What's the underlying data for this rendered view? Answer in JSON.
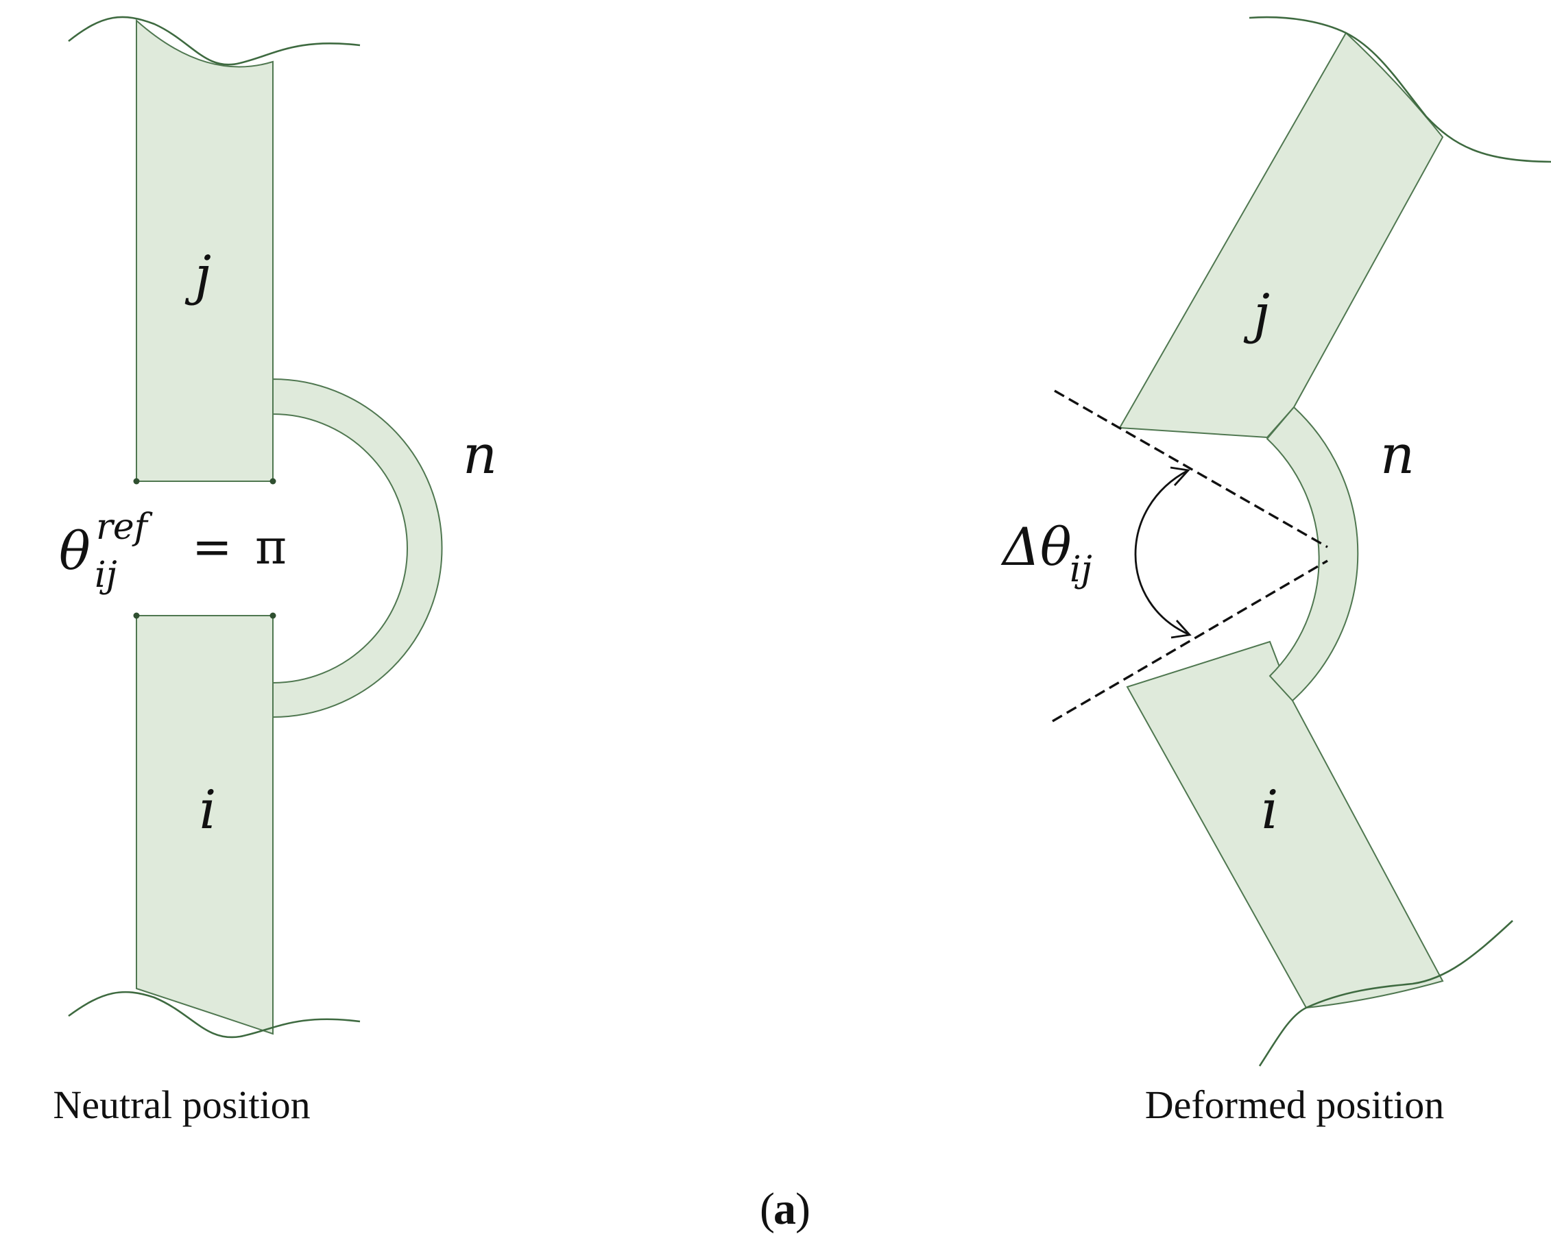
{
  "neutral": {
    "label_j": "j",
    "label_i": "i",
    "label_n": "n",
    "theta_symbol": "θ",
    "theta_superscript": "ref",
    "theta_subscript": "ij",
    "equals": "=",
    "pi": "π",
    "caption": "Neutral position"
  },
  "deformed": {
    "label_j": "j",
    "label_i": "i",
    "label_n": "n",
    "delta_theta": "Δθ",
    "delta_subscript": "ij",
    "caption": "Deformed position"
  },
  "figure_label": {
    "open": "(",
    "letter": "a",
    "close": ")"
  },
  "colors": {
    "beam_fill": "#dfeadb",
    "beam_stroke": "#4f7750",
    "wave_stroke": "#3e6a40"
  }
}
